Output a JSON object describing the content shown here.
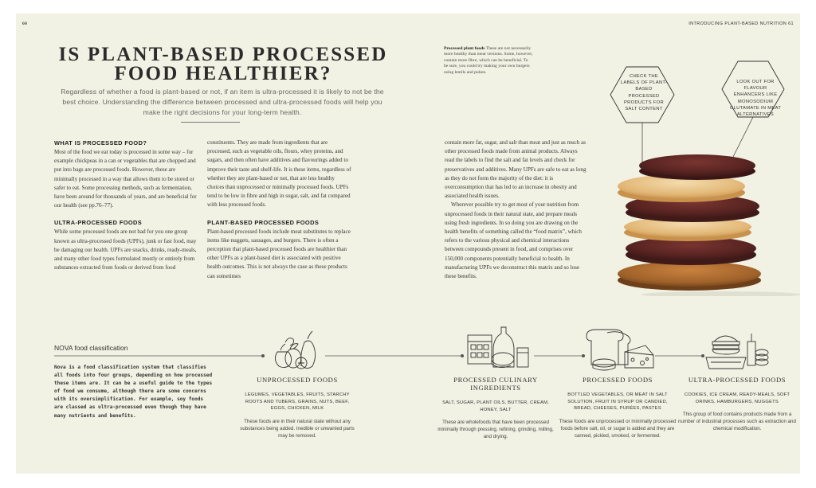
{
  "folio": {
    "left": "60",
    "right": "INTRODUCING PLANT-BASED NUTRITION 61"
  },
  "title": "IS PLANT-BASED PROCESSED FOOD HEALTHIER?",
  "intro": "Regardless of whether a food is plant-based or not, if an item is ultra-processed it is likely to not be the best choice. Understanding the difference between processed and ultra-processed foods will help you make the right decisions for your long-term health.",
  "col1": {
    "heading1": "WHAT IS PROCESSED FOOD?",
    "para1": "Most of the food we eat today is processed in some way – for example chickpeas in a can or vegetables that are chopped and put into bags are processed foods. However, these are minimally processed in a way that allows them to be stored or safer to eat. Some processing methods, such as fermentation, have been around for thousands of years, and are beneficial for our health (see pp.76–77).",
    "heading2": "ULTRA-PROCESSED FOODS",
    "para2": "While some processed foods are not bad for you one group known as ultra-processed foods (UPFs), junk or fast food, may be damaging our health. UPFs are snacks, drinks, ready-meals, and many other food types formulated mostly or entirely from substances extracted from foods or derived from food"
  },
  "col2": {
    "para1": "constituents. They are made from ingredients that are processed, such as vegetable oils, flours, whey proteins, and sugars, and then often have additives and flavourings added to improve their taste and shelf-life. It is these items, regardless of whether they are plant-based or not, that are less healthy choices than unprocessed or minimally processed foods. UPFs tend to be low in fibre and high in sugar, salt, and fat compared with less processed foods.",
    "heading": "PLANT-BASED PROCESSED FOODS",
    "para2": "Plant-based processed foods include meat substitutes to replace items like nuggets, sausages, and burgers. There is often a perception that plant-based processed foods are healthier than other UPFs as a plant-based diet is associated with positive health outcomes. This is not always the case as these products can sometimes"
  },
  "col3": {
    "para1": "contain more fat, sugar, and salt than meat and just as much as other processed foods made from animal products. Always read the labels to find the salt and fat levels and check for preservatives and additives. Many UPFs are safe to eat as long as they do not form the majority of the diet: it is overconsumption that has led to an increase in obesity and associated health issues.",
    "para2": "Wherever possible try to get most of your nutrition from unprocessed foods in their natural state, and prepare meals using fresh ingredients. In so doing you are drawing on the health benefits of something called the “food matrix”, which refers to the various physical and chemical interactions between compounds present in food, and comprises over 150,000 components potentially beneficial to health. In manufacturing UPFs we deconstruct this matrix and so lose these benefits."
  },
  "note": {
    "bold": "Processed plant foods",
    "text": "These are not necessarily more healthy than meat versions. Some, however, contain more fibre, which can be beneficial. To be sure, you could try making your own burgers using lentils and pulses."
  },
  "callouts": {
    "left": "CHECK THE LABELS OF PLANT-BASED PROCESSED PRODUCTS FOR SALT CONTENT",
    "right": "LOOK OUT FOR FLAVOUR ENHANCERS LIKE MONOSODIUM GLUTAMATE IN MEAT ALTERNATIVES"
  },
  "nova": {
    "label": "NOVA food classification",
    "description": "Nova is a food classification system that classifies all foods into four groups, depending on how processed these items are. It can be a useful guide to the types of food we consume, although there are some concerns with its oversimplification. For example, soy foods are classed as ultra-processed even though they have many nutrients and benefits."
  },
  "categories": [
    {
      "title": "UNPROCESSED FOODS",
      "items": "LEGUMES, VEGETABLES, FRUITS, STARCHY ROOTS AND TUBERS, GRAINS, NUTS, BEEF, EGGS, CHICKEN, MILK",
      "desc": "These foods are in their natural state without any substances being added. Inedible or unwanted parts may be removed.",
      "icon": "vegetables-icon"
    },
    {
      "title": "PROCESSED CULINARY INGREDIENTS",
      "items": "SALT, SUGAR, PLANT OILS, BUTTER, CREAM, HONEY, SALT",
      "desc": "These are wholefoods that have been processed minimally through pressing, refining, grinding, milling, and drying.",
      "icon": "ingredients-icon"
    },
    {
      "title": "PROCESSED FOODS",
      "items": "BOTTLED VEGETABLES, OR MEAT IN SALT SOLUTION, FRUIT IN SYRUP OR CANDIED, BREAD, CHEESES, PURÉES, PASTES",
      "desc": "These foods are unprocessed or minimally processed foods before salt, oil, or sugar is added and they are canned, pickled, smoked, or fermented.",
      "icon": "bread-cheese-icon"
    },
    {
      "title": "ULTRA-PROCESSED FOODS",
      "items": "COOKIES, ICE CREAM, READY-MEALS, SOFT DRINKS, HAMBURGERS, NUGGETS",
      "desc": "This group of food contains products made from a number of industrial processes such as extraction and chemical modification.",
      "icon": "fast-food-icon"
    }
  ]
}
